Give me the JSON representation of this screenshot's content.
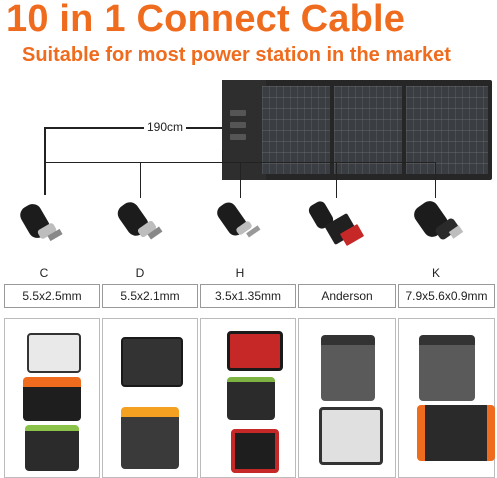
{
  "header": {
    "title": "10 in 1 Connect Cable",
    "subtitle": "Suitable for most power station in the market"
  },
  "cable": {
    "length_label": "190cm"
  },
  "connectors": [
    {
      "letter": "C",
      "size": "5.5x2.5mm"
    },
    {
      "letter": "D",
      "size": "5.5x2.1mm"
    },
    {
      "letter": "H",
      "size": "3.5x1.35mm"
    },
    {
      "letter": "",
      "size": "Anderson"
    },
    {
      "letter": "K",
      "size": "7.9x5.6x0.9mm"
    }
  ],
  "colors": {
    "accent": "#ef6c1f",
    "panel": "#262626"
  }
}
